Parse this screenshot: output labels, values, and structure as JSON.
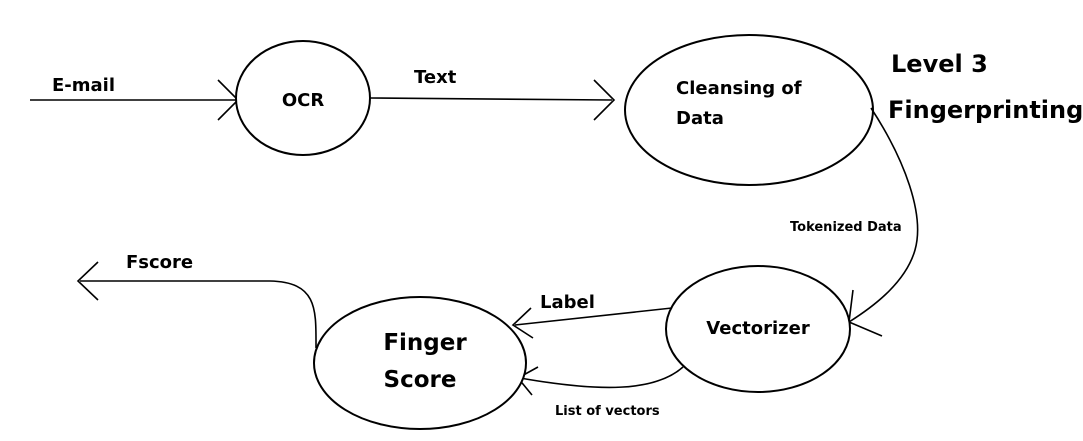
{
  "title": {
    "line1": "Level 3",
    "line2": "Fingerprinting"
  },
  "nodes": {
    "ocr": "OCR",
    "cleansing": {
      "line1": "Cleansing of",
      "line2": "Data"
    },
    "vectorizer": "Vectorizer",
    "finger_score": {
      "line1": "Finger",
      "line2": "Score"
    }
  },
  "edges": {
    "email": "E-mail",
    "text": "Text",
    "tokenized_data": "Tokenized Data",
    "label": "Label",
    "list_of_vectors": "List of vectors",
    "fscore": "Fscore"
  }
}
